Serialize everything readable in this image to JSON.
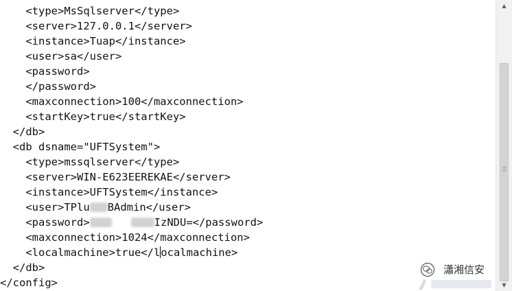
{
  "code_lines": [
    {
      "indent": "    ",
      "text": "<type>MsSqlserver</type>"
    },
    {
      "indent": "    ",
      "text": "<server>127.0.0.1</server>"
    },
    {
      "indent": "    ",
      "text": "<instance>Tuap</instance>"
    },
    {
      "indent": "    ",
      "text": "<user>sa</user>"
    },
    {
      "indent": "    ",
      "text": "<password>"
    },
    {
      "indent": "    ",
      "text": "</password>"
    },
    {
      "indent": "    ",
      "text": "<maxconnection>100</maxconnection>"
    },
    {
      "indent": "    ",
      "text": "<startKey>true</startKey>"
    },
    {
      "indent": "  ",
      "text": "</db>"
    },
    {
      "indent": "  ",
      "text": "<db dsname=\"UFTSystem\">"
    },
    {
      "indent": "    ",
      "text": "<type>mssqlserver</type>"
    },
    {
      "indent": "    ",
      "text": "<server>WIN-E623EEREKAE</server>"
    },
    {
      "indent": "    ",
      "text": "<instance>UFTSystem</instance>"
    },
    {
      "indent": "    ",
      "user_prefix": "<user>TPlu",
      "user_suffix": "BAdmin</user>"
    },
    {
      "indent": "    ",
      "password_prefix": "<password>",
      "password_suffix": "IzNDU=</password>"
    },
    {
      "indent": "    ",
      "text": "<maxconnection>1024</maxconnection>"
    },
    {
      "indent": "    ",
      "caret_prefix": "<localmachine>true</l",
      "caret_suffix": "ocalmachine>"
    },
    {
      "indent": "  ",
      "text": "</db>"
    },
    {
      "indent": "",
      "text": "</config>"
    }
  ],
  "scrollbar": {
    "up_arrow": "▲",
    "down_arrow": "▼"
  },
  "watermark": {
    "text": "瀟湘信安",
    "icon": "wechat-logo-icon"
  }
}
